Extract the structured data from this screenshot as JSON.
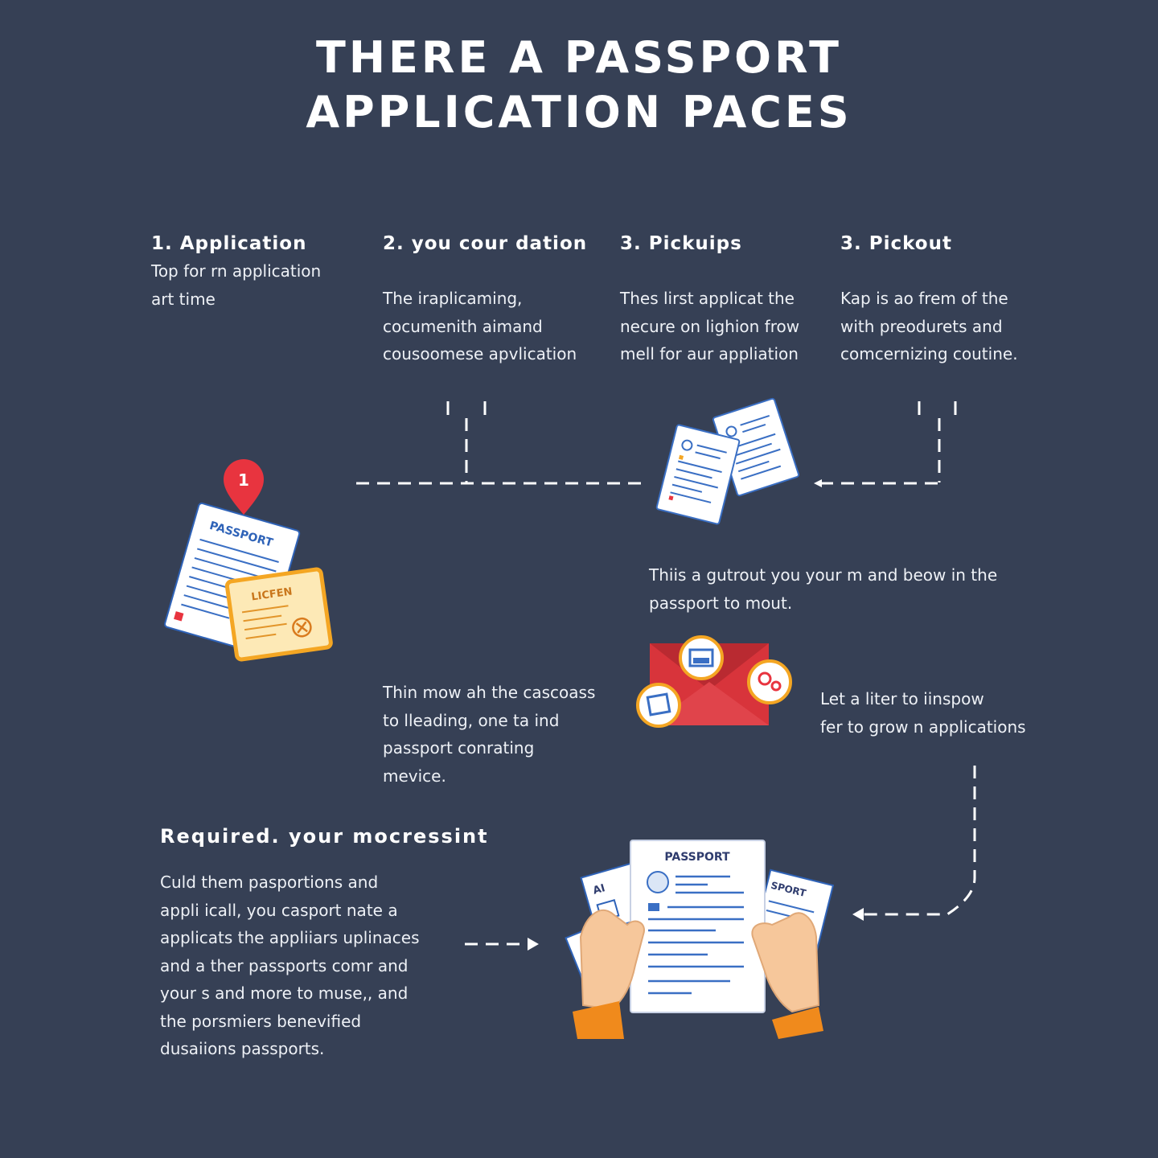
{
  "title": {
    "line1": "THERE A PASSPORT",
    "line2": "APPLICATION PACES"
  },
  "steps": [
    {
      "title": "1. Application",
      "lines": [
        "Top for rn application",
        "art time"
      ]
    },
    {
      "title": "2.  you cour dation",
      "lines": [
        "The iraplicaming,",
        "cocumenith aimand",
        "cousoomese apvlication"
      ]
    },
    {
      "title": "3.  Pickuips",
      "lines": [
        "Thes lirst applicat the",
        "necure on lighion frow",
        "mell for aur appliation"
      ]
    },
    {
      "title": "3.  Pickout",
      "lines": [
        "Kap is ao frem of the",
        "with preodurets and",
        "comcernizing coutine."
      ]
    }
  ],
  "notes": {
    "middle_right": [
      "Thiis a gutrout you your m and beow in the",
      "passport to mout."
    ],
    "middle_center": [
      "Thin mow ah the cascoass",
      "to lleading, one ta ind",
      "passport conrating",
      "mevice."
    ],
    "envelope_side": [
      "Let a liter to iinspow",
      "fer to grow n applications"
    ]
  },
  "required": {
    "title": "Required. your mocressint",
    "lines": [
      "Culd them pasportions and",
      "appli icall, you casport nate a",
      "applicats the  appliiars uplinaces",
      "and a ther passports comr and",
      "your s and more to muse,, and",
      "the porsmiers benevified",
      "dusaiions passports."
    ]
  },
  "illustrations": {
    "pin_number": "1",
    "passport_doc_label": "PASSPORT",
    "license_label": "LICFEN",
    "held_doc_label": "PASSPORT",
    "back_doc_label": "AI",
    "side_doc_label": "SPORT"
  },
  "colors": {
    "background": "#364055",
    "text": "#ffffff",
    "pin": "#e8343f",
    "license": "#f4a623",
    "envelope": "#d8343b",
    "sleeve": "#f08a1c",
    "skin": "#f6c79b",
    "doc_line": "#3a6fc4"
  }
}
